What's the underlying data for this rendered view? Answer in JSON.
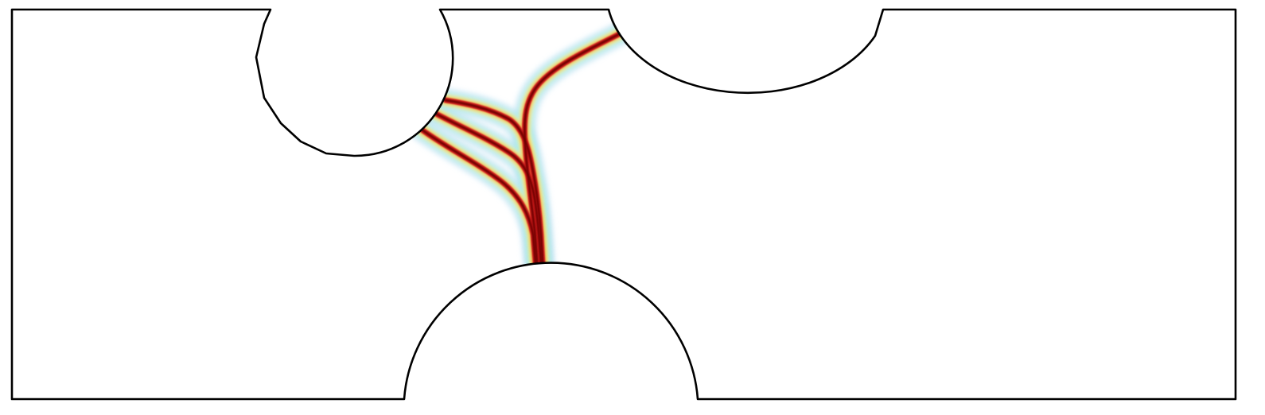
{
  "diagram": {
    "kind": "fracture-phase-field",
    "outline_color": "#000000",
    "background_color": "#ffffff",
    "colormap": [
      "#b8dcf2",
      "#a8f0e4",
      "#f7f59a",
      "#f0b84a",
      "#de2a2a",
      "#a80c0c",
      "#6b0000"
    ],
    "cracks": [
      "crack-upper-left-hole-top",
      "crack-upper-left-hole-middle",
      "crack-upper-left-hole-lower",
      "crack-upper-right-hole"
    ]
  }
}
